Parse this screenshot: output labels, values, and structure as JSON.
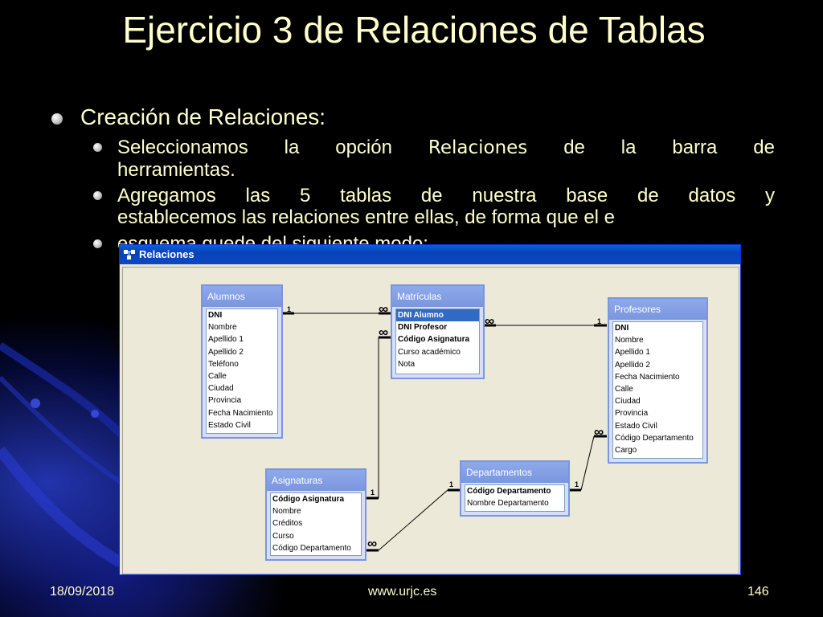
{
  "slide": {
    "title": "Ejercicio 3 de Relaciones de Tablas",
    "bullet": "Creación de Relaciones:",
    "sub1_pre": "Seleccionamos la opción",
    "sub1_bold": "Relaciones",
    "sub1_post": "de la barra de",
    "sub1_line2": "herramientas.",
    "sub2_line1": "Agregamos las 5 tablas de nuestra base de datos y",
    "sub2_line2": "establecemos las relaciones entre ellas, de forma que el e",
    "sub3": "esquema quede del siguiente modo:",
    "footer_date": "18/09/2018",
    "footer_url": "www.urjc.es",
    "footer_page": "146"
  },
  "window": {
    "title": "Relaciones"
  },
  "tables": {
    "alumnos": {
      "title": "Alumnos",
      "fields": [
        "DNI",
        "Nombre",
        "Apellido 1",
        "Apellido 2",
        "Teléfono",
        "Calle",
        "Ciudad",
        "Provincia",
        "Fecha Nacimiento",
        "Estado Civil"
      ]
    },
    "matriculas": {
      "title": "Matrículas",
      "fields": [
        "DNI Alumno",
        "DNI Profesor",
        "Código Asignatura",
        "Curso académico",
        "Nota"
      ]
    },
    "profesores": {
      "title": "Profesores",
      "fields": [
        "DNI",
        "Nombre",
        "Apellido 1",
        "Apellido 2",
        "Fecha Nacimiento",
        "Calle",
        "Ciudad",
        "Provincia",
        "Estado Civil",
        "Código Departamento",
        "Cargo"
      ]
    },
    "asignaturas": {
      "title": "Asignaturas",
      "fields": [
        "Código Asignatura",
        "Nombre",
        "Créditos",
        "Curso",
        "Código Departamento"
      ]
    },
    "departamentos": {
      "title": "Departamentos",
      "fields": [
        "Código Departamento",
        "Nombre Departamento"
      ]
    }
  },
  "relations": {
    "one": "1",
    "many": "∞"
  },
  "colors": {
    "title_text": "#ffffcc",
    "table_header": "#7a96df",
    "titlebar": "#0842b8"
  }
}
